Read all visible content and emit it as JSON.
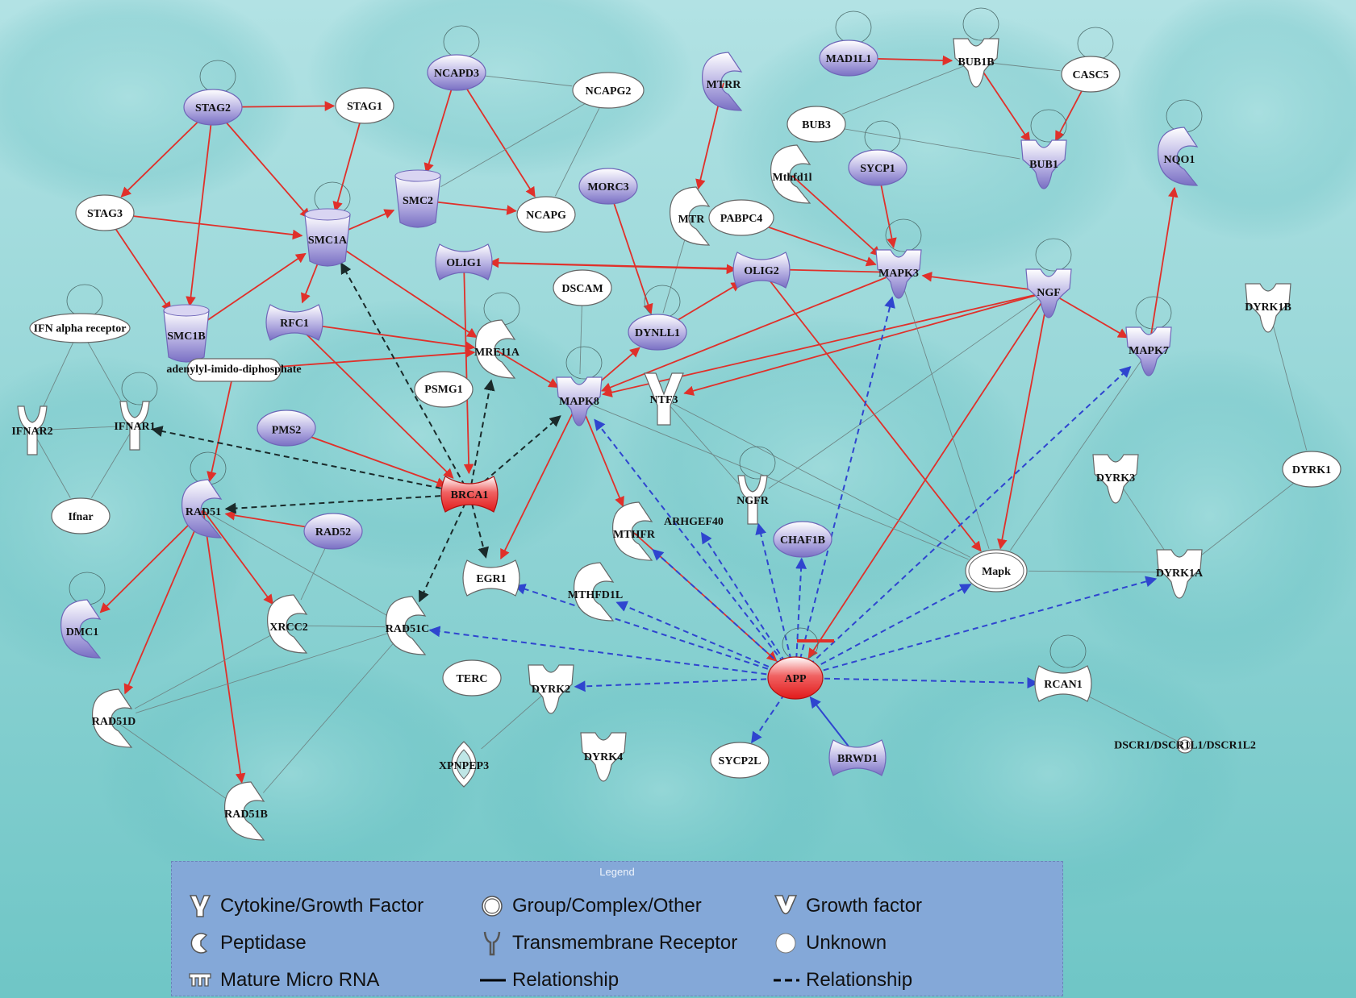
{
  "legend": {
    "title": "Legend",
    "items": [
      {
        "label": "Cytokine/Growth Factor",
        "icon": "cytokine-icon"
      },
      {
        "label": "Group/Complex/Other",
        "icon": "group-complex-icon"
      },
      {
        "label": "Growth factor",
        "icon": "growth-factor-icon"
      },
      {
        "label": "Peptidase",
        "icon": "peptidase-icon"
      },
      {
        "label": "Transmembrane Receptor",
        "icon": "transmembrane-receptor-icon"
      },
      {
        "label": "Unknown",
        "icon": "unknown-icon"
      },
      {
        "label": "Mature Micro RNA",
        "icon": "micro-rna-icon"
      },
      {
        "label": "Relationship",
        "icon": "solid-line-icon"
      },
      {
        "label": "Relationship",
        "icon": "dashed-line-icon"
      }
    ]
  },
  "colors": {
    "purple": "#8f86cf",
    "red": "#e8332f",
    "edge_red": "#e0302a",
    "edge_blue": "#2f45cf",
    "edge_black": "#1a2a2a",
    "edge_gray": "#6f8888"
  },
  "nodes": [
    {
      "id": "STAG2",
      "label": "STAG2",
      "shape": "ellipse",
      "fill": "purple"
    },
    {
      "id": "STAG1",
      "label": "STAG1",
      "shape": "ellipse",
      "fill": "white"
    },
    {
      "id": "NCAPD3",
      "label": "NCAPD3",
      "shape": "ellipse",
      "fill": "purple"
    },
    {
      "id": "NCAPG2",
      "label": "NCAPG2",
      "shape": "ellipse",
      "fill": "white"
    },
    {
      "id": "MTRR",
      "label": "MTRR",
      "shape": "peptidase",
      "fill": "purple"
    },
    {
      "id": "MAD1L1",
      "label": "MAD1L1",
      "shape": "ellipse",
      "fill": "purple"
    },
    {
      "id": "BUB1B",
      "label": "BUB1B",
      "shape": "growth",
      "fill": "white"
    },
    {
      "id": "CASC5",
      "label": "CASC5",
      "shape": "ellipse",
      "fill": "white"
    },
    {
      "id": "BUB3",
      "label": "BUB3",
      "shape": "ellipse",
      "fill": "white"
    },
    {
      "id": "BUB1",
      "label": "BUB1",
      "shape": "growth",
      "fill": "purple"
    },
    {
      "id": "NQO1",
      "label": "NQO1",
      "shape": "peptidase",
      "fill": "purple"
    },
    {
      "id": "STAG3",
      "label": "STAG3",
      "shape": "ellipse",
      "fill": "white"
    },
    {
      "id": "SMC2",
      "label": "SMC2",
      "shape": "cylinder",
      "fill": "purple"
    },
    {
      "id": "NCAPG",
      "label": "NCAPG",
      "shape": "ellipse",
      "fill": "white"
    },
    {
      "id": "MORC3",
      "label": "MORC3",
      "shape": "ellipse",
      "fill": "purple"
    },
    {
      "id": "Mthfd1l",
      "label": "Mthfd1l",
      "shape": "peptidase",
      "fill": "white"
    },
    {
      "id": "SYCP1",
      "label": "SYCP1",
      "shape": "ellipse",
      "fill": "purple"
    },
    {
      "id": "MTR",
      "label": "MTR",
      "shape": "peptidase",
      "fill": "white"
    },
    {
      "id": "PABPC4",
      "label": "PABPC4",
      "shape": "ellipse",
      "fill": "white"
    },
    {
      "id": "SMC1A",
      "label": "SMC1A",
      "shape": "cylinder",
      "fill": "purple"
    },
    {
      "id": "OLIG1",
      "label": "OLIG1",
      "shape": "bowtie",
      "fill": "purple"
    },
    {
      "id": "OLIG2",
      "label": "OLIG2",
      "shape": "bowtie",
      "fill": "purple"
    },
    {
      "id": "MAPK3",
      "label": "MAPK3",
      "shape": "growth",
      "fill": "purple"
    },
    {
      "id": "NGF",
      "label": "NGF",
      "shape": "growth",
      "fill": "purple"
    },
    {
      "id": "DSCAM",
      "label": "DSCAM",
      "shape": "ellipse",
      "fill": "white"
    },
    {
      "id": "DYNLL1",
      "label": "DYNLL1",
      "shape": "ellipse",
      "fill": "purple"
    },
    {
      "id": "DYRK1B",
      "label": "DYRK1B",
      "shape": "growth",
      "fill": "white"
    },
    {
      "id": "IFNAR_R",
      "label": "IFN alpha receptor",
      "shape": "ellipse",
      "fill": "white"
    },
    {
      "id": "SMC1B",
      "label": "SMC1B",
      "shape": "cylinder",
      "fill": "purple"
    },
    {
      "id": "RFC1",
      "label": "RFC1",
      "shape": "bowtie",
      "fill": "purple"
    },
    {
      "id": "MRE11A",
      "label": "MRE11A",
      "shape": "peptidase",
      "fill": "white"
    },
    {
      "id": "MAPK7",
      "label": "MAPK7",
      "shape": "growth",
      "fill": "purple"
    },
    {
      "id": "ADP",
      "label": "adenylyl-imido-diphosphate",
      "shape": "pill",
      "fill": "white"
    },
    {
      "id": "MAPK8",
      "label": "MAPK8",
      "shape": "growth",
      "fill": "purple"
    },
    {
      "id": "NTF3",
      "label": "NTF3",
      "shape": "cytokine",
      "fill": "white"
    },
    {
      "id": "PSMG1",
      "label": "PSMG1",
      "shape": "ellipse",
      "fill": "white"
    },
    {
      "id": "IFNAR2",
      "label": "IFNAR2",
      "shape": "receptor",
      "fill": "white"
    },
    {
      "id": "IFNAR1",
      "label": "IFNAR1",
      "shape": "receptor",
      "fill": "white"
    },
    {
      "id": "PMS2",
      "label": "PMS2",
      "shape": "ellipse",
      "fill": "purple"
    },
    {
      "id": "BRCA1",
      "label": "BRCA1",
      "shape": "bowtie",
      "fill": "red"
    },
    {
      "id": "NGFR",
      "label": "NGFR",
      "shape": "receptor",
      "fill": "white"
    },
    {
      "id": "DYRK3",
      "label": "DYRK3",
      "shape": "growth",
      "fill": "white"
    },
    {
      "id": "DYRK1",
      "label": "DYRK1",
      "shape": "ellipse",
      "fill": "white"
    },
    {
      "id": "Ifnar",
      "label": "Ifnar",
      "shape": "ellipse",
      "fill": "white"
    },
    {
      "id": "RAD51",
      "label": "RAD51",
      "shape": "peptidase",
      "fill": "purple"
    },
    {
      "id": "RAD52",
      "label": "RAD52",
      "shape": "ellipse",
      "fill": "purple"
    },
    {
      "id": "ARHGEF40",
      "label": "ARHGEF40",
      "shape": "none",
      "fill": "white"
    },
    {
      "id": "MTHFR",
      "label": "MTHFR",
      "shape": "peptidase",
      "fill": "white"
    },
    {
      "id": "CHAF1B",
      "label": "CHAF1B",
      "shape": "ellipse",
      "fill": "purple"
    },
    {
      "id": "Mapk",
      "label": "Mapk",
      "shape": "double",
      "fill": "white"
    },
    {
      "id": "DYRK1A",
      "label": "DYRK1A",
      "shape": "growth",
      "fill": "white"
    },
    {
      "id": "DMC1",
      "label": "DMC1",
      "shape": "peptidase",
      "fill": "purple"
    },
    {
      "id": "EGR1",
      "label": "EGR1",
      "shape": "bowtie",
      "fill": "white"
    },
    {
      "id": "MTHFD1L",
      "label": "MTHFD1L",
      "shape": "peptidase",
      "fill": "white"
    },
    {
      "id": "XRCC2",
      "label": "XRCC2",
      "shape": "peptidase",
      "fill": "white"
    },
    {
      "id": "RAD51C",
      "label": "RAD51C",
      "shape": "peptidase",
      "fill": "white"
    },
    {
      "id": "TERC",
      "label": "TERC",
      "shape": "ellipse",
      "fill": "white"
    },
    {
      "id": "DYRK2",
      "label": "DYRK2",
      "shape": "growth",
      "fill": "white"
    },
    {
      "id": "APP",
      "label": "APP",
      "shape": "ellipse",
      "fill": "red"
    },
    {
      "id": "RCAN1",
      "label": "RCAN1",
      "shape": "bowtie",
      "fill": "white"
    },
    {
      "id": "RAD51D",
      "label": "RAD51D",
      "shape": "peptidase",
      "fill": "white"
    },
    {
      "id": "XPNPEP3",
      "label": "XPNPEP3",
      "shape": "diamond",
      "fill": "white"
    },
    {
      "id": "DYRK4",
      "label": "DYRK4",
      "shape": "growth",
      "fill": "white"
    },
    {
      "id": "SYCP2L",
      "label": "SYCP2L",
      "shape": "ellipse",
      "fill": "white"
    },
    {
      "id": "BRWD1",
      "label": "BRWD1",
      "shape": "bowtie",
      "fill": "purple"
    },
    {
      "id": "DSCR1",
      "label": "DSCR1/DSCR1L1/DSCR1L2",
      "shape": "double",
      "fill": "white"
    },
    {
      "id": "RAD51B",
      "label": "RAD51B",
      "shape": "peptidase",
      "fill": "white"
    }
  ],
  "edges": [
    {
      "from": "STAG2",
      "to": "STAG1",
      "style": "solid",
      "color": "red"
    },
    {
      "from": "STAG2",
      "to": "STAG3",
      "style": "solid",
      "color": "red"
    },
    {
      "from": "STAG2",
      "to": "SMC1A",
      "style": "solid",
      "color": "red"
    },
    {
      "from": "STAG2",
      "to": "SMC1B",
      "style": "solid",
      "color": "red"
    },
    {
      "from": "STAG1",
      "to": "SMC1A",
      "style": "solid",
      "color": "red"
    },
    {
      "from": "STAG3",
      "to": "SMC1A",
      "style": "solid",
      "color": "red"
    },
    {
      "from": "STAG3",
      "to": "SMC1B",
      "style": "solid",
      "color": "red"
    },
    {
      "from": "SMC1B",
      "to": "SMC1A",
      "style": "solid",
      "color": "red"
    },
    {
      "from": "SMC1A",
      "to": "SMC2",
      "style": "solid",
      "color": "red"
    },
    {
      "from": "SMC1A",
      "to": "RFC1",
      "style": "solid",
      "color": "red"
    },
    {
      "from": "SMC1A",
      "to": "MRE11A",
      "style": "solid",
      "color": "red"
    },
    {
      "from": "NCAPD3",
      "to": "SMC2",
      "style": "solid",
      "color": "red"
    },
    {
      "from": "NCAPD3",
      "to": "NCAPG",
      "style": "solid",
      "color": "red"
    },
    {
      "from": "NCAPD3",
      "to": "NCAPG2",
      "style": "solid",
      "color": "gray"
    },
    {
      "from": "NCAPG2",
      "to": "SMC2",
      "style": "solid",
      "color": "gray"
    },
    {
      "from": "NCAPG2",
      "to": "NCAPG",
      "style": "solid",
      "color": "gray"
    },
    {
      "from": "SMC2",
      "to": "NCAPG",
      "style": "solid",
      "color": "red"
    },
    {
      "from": "MTRR",
      "to": "MTR",
      "style": "solid",
      "color": "red"
    },
    {
      "from": "MTR",
      "to": "DYNLL1",
      "style": "solid",
      "color": "gray"
    },
    {
      "from": "MAD1L1",
      "to": "BUB1B",
      "style": "solid",
      "color": "red"
    },
    {
      "from": "BUB1B",
      "to": "CASC5",
      "style": "solid",
      "color": "gray"
    },
    {
      "from": "BUB1B",
      "to": "BUB3",
      "style": "solid",
      "color": "gray"
    },
    {
      "from": "BUB1B",
      "to": "BUB1",
      "style": "solid",
      "color": "red"
    },
    {
      "from": "CASC5",
      "to": "BUB1",
      "style": "solid",
      "color": "red"
    },
    {
      "from": "BUB3",
      "to": "BUB1",
      "style": "solid",
      "color": "gray"
    },
    {
      "from": "MORC3",
      "to": "DYNLL1",
      "style": "solid",
      "color": "red"
    },
    {
      "from": "Mthfd1l",
      "to": "MAPK3",
      "style": "solid",
      "color": "red"
    },
    {
      "from": "SYCP1",
      "to": "MAPK3",
      "style": "solid",
      "color": "red"
    },
    {
      "from": "PABPC4",
      "to": "MAPK3",
      "style": "solid",
      "color": "red"
    },
    {
      "from": "OLIG1",
      "to": "OLIG2",
      "style": "solid",
      "color": "red"
    },
    {
      "from": "OLIG1",
      "to": "BRCA1",
      "style": "solid",
      "color": "red"
    },
    {
      "from": "NGF",
      "to": "MAPK3",
      "style": "solid",
      "color": "red"
    },
    {
      "from": "NGF",
      "to": "MAPK7",
      "style": "solid",
      "color": "red"
    },
    {
      "from": "NGF",
      "to": "MAPK8",
      "style": "solid",
      "color": "red"
    },
    {
      "from": "NGF",
      "to": "NTF3",
      "style": "solid",
      "color": "red"
    },
    {
      "from": "NGF",
      "to": "Mapk",
      "style": "solid",
      "color": "red"
    },
    {
      "from": "NGF",
      "to": "APP",
      "style": "solid",
      "color": "red"
    },
    {
      "from": "MAPK3",
      "to": "OLIG1",
      "style": "solid",
      "color": "red"
    },
    {
      "from": "MAPK3",
      "to": "MAPK8",
      "style": "solid",
      "color": "red"
    },
    {
      "from": "MAPK7",
      "to": "NQO1",
      "style": "solid",
      "color": "red"
    },
    {
      "from": "DYNLL1",
      "to": "OLIG2",
      "style": "solid",
      "color": "red"
    },
    {
      "from": "MAPK8",
      "to": "DYNLL1",
      "style": "solid",
      "color": "red"
    },
    {
      "from": "MAPK8",
      "to": "EGR1",
      "style": "solid",
      "color": "red"
    },
    {
      "from": "MAPK8",
      "to": "MTHFR",
      "style": "solid",
      "color": "red"
    },
    {
      "from": "MRE11A",
      "to": "MAPK8",
      "style": "solid",
      "color": "red"
    },
    {
      "from": "RFC1",
      "to": "MRE11A",
      "style": "solid",
      "color": "red"
    },
    {
      "from": "RFC1",
      "to": "BRCA1",
      "style": "solid",
      "color": "red"
    },
    {
      "from": "ADP",
      "to": "MRE11A",
      "style": "solid",
      "color": "red"
    },
    {
      "from": "ADP",
      "to": "RAD51",
      "style": "solid",
      "color": "red"
    },
    {
      "from": "PMS2",
      "to": "BRCA1",
      "style": "solid",
      "color": "red"
    },
    {
      "from": "RAD52",
      "to": "RAD51",
      "style": "solid",
      "color": "red"
    },
    {
      "from": "RAD51",
      "to": "DMC1",
      "style": "solid",
      "color": "red"
    },
    {
      "from": "RAD51",
      "to": "XRCC2",
      "style": "solid",
      "color": "red"
    },
    {
      "from": "RAD51",
      "to": "RAD51D",
      "style": "solid",
      "color": "red"
    },
    {
      "from": "RAD51",
      "to": "RAD51B",
      "style": "solid",
      "color": "red"
    },
    {
      "from": "RAD51",
      "to": "RAD51C",
      "style": "solid",
      "color": "gray"
    },
    {
      "from": "RAD52",
      "to": "XRCC2",
      "style": "solid",
      "color": "gray"
    },
    {
      "from": "XRCC2",
      "to": "RAD51C",
      "style": "solid",
      "color": "gray"
    },
    {
      "from": "XRCC2",
      "to": "RAD51D",
      "style": "solid",
      "color": "gray"
    },
    {
      "from": "RAD51C",
      "to": "RAD51D",
      "style": "solid",
      "color": "gray"
    },
    {
      "from": "RAD51D",
      "to": "RAD51B",
      "style": "solid",
      "color": "gray"
    },
    {
      "from": "RAD51C",
      "to": "RAD51B",
      "style": "solid",
      "color": "gray"
    },
    {
      "from": "MTHFR",
      "to": "APP",
      "style": "solid",
      "color": "red"
    },
    {
      "from": "OLIG2",
      "to": "Mapk",
      "style": "solid",
      "color": "red"
    },
    {
      "from": "BRWD1",
      "to": "APP",
      "style": "solid",
      "color": "blue"
    },
    {
      "from": "IFNAR_R",
      "to": "IFNAR2",
      "style": "solid",
      "color": "gray"
    },
    {
      "from": "IFNAR_R",
      "to": "IFNAR1",
      "style": "solid",
      "color": "gray"
    },
    {
      "from": "IFNAR2",
      "to": "IFNAR1",
      "style": "solid",
      "color": "gray"
    },
    {
      "from": "IFNAR2",
      "to": "Ifnar",
      "style": "solid",
      "color": "gray"
    },
    {
      "from": "IFNAR1",
      "to": "Ifnar",
      "style": "solid",
      "color": "gray"
    },
    {
      "from": "DYRK1B",
      "to": "DYRK1",
      "style": "solid",
      "color": "gray"
    },
    {
      "from": "DYRK1",
      "to": "DYRK1A",
      "style": "solid",
      "color": "gray"
    },
    {
      "from": "DYRK3",
      "to": "DYRK1A",
      "style": "solid",
      "color": "gray"
    },
    {
      "from": "DYRK1A",
      "to": "Mapk",
      "style": "solid",
      "color": "gray"
    },
    {
      "from": "DYRK2",
      "to": "XPNPEP3",
      "style": "solid",
      "color": "gray"
    },
    {
      "from": "RCAN1",
      "to": "DSCR1",
      "style": "solid",
      "color": "gray"
    },
    {
      "from": "DSCAM",
      "to": "MAPK8",
      "style": "solid",
      "color": "gray"
    },
    {
      "from": "MAPK8",
      "to": "Mapk",
      "style": "solid",
      "color": "gray"
    },
    {
      "from": "NTF3",
      "to": "Mapk",
      "style": "solid",
      "color": "gray"
    },
    {
      "from": "NTF3",
      "to": "NGFR",
      "style": "solid",
      "color": "gray"
    },
    {
      "from": "MAPK3",
      "to": "Mapk",
      "style": "solid",
      "color": "gray"
    },
    {
      "from": "MAPK7",
      "to": "Mapk",
      "style": "solid",
      "color": "gray"
    },
    {
      "from": "NGF",
      "to": "NGFR",
      "style": "solid",
      "color": "gray"
    },
    {
      "from": "BRCA1",
      "to": "SMC1A",
      "style": "dashed",
      "color": "black"
    },
    {
      "from": "BRCA1",
      "to": "IFNAR1",
      "style": "dashed",
      "color": "black"
    },
    {
      "from": "BRCA1",
      "to": "RAD51",
      "style": "dashed",
      "color": "black"
    },
    {
      "from": "BRCA1",
      "to": "MRE11A",
      "style": "dashed",
      "color": "black"
    },
    {
      "from": "BRCA1",
      "to": "MAPK8",
      "style": "dashed",
      "color": "black"
    },
    {
      "from": "BRCA1",
      "to": "RAD51C",
      "style": "dashed",
      "color": "black"
    },
    {
      "from": "BRCA1",
      "to": "EGR1",
      "style": "dashed",
      "color": "black"
    },
    {
      "from": "APP",
      "to": "MAPK3",
      "style": "dashed",
      "color": "blue"
    },
    {
      "from": "APP",
      "to": "MAPK7",
      "style": "dashed",
      "color": "blue"
    },
    {
      "from": "APP",
      "to": "MAPK8",
      "style": "dashed",
      "color": "blue"
    },
    {
      "from": "APP",
      "to": "NGFR",
      "style": "dashed",
      "color": "blue"
    },
    {
      "from": "APP",
      "to": "ARHGEF40",
      "style": "dashed",
      "color": "blue"
    },
    {
      "from": "APP",
      "to": "CHAF1B",
      "style": "dashed",
      "color": "blue"
    },
    {
      "from": "APP",
      "to": "Mapk",
      "style": "dashed",
      "color": "blue"
    },
    {
      "from": "APP",
      "to": "DYRK1A",
      "style": "dashed",
      "color": "blue"
    },
    {
      "from": "APP",
      "to": "EGR1",
      "style": "dashed",
      "color": "blue"
    },
    {
      "from": "APP",
      "to": "MTHFD1L",
      "style": "dashed",
      "color": "blue"
    },
    {
      "from": "APP",
      "to": "RAD51C",
      "style": "dashed",
      "color": "blue"
    },
    {
      "from": "APP",
      "to": "DYRK2",
      "style": "dashed",
      "color": "blue"
    },
    {
      "from": "APP",
      "to": "RCAN1",
      "style": "dashed",
      "color": "blue"
    },
    {
      "from": "APP",
      "to": "SYCP2L",
      "style": "dashed",
      "color": "blue"
    },
    {
      "from": "APP",
      "to": "MTHFR",
      "style": "dashed",
      "color": "blue"
    }
  ]
}
